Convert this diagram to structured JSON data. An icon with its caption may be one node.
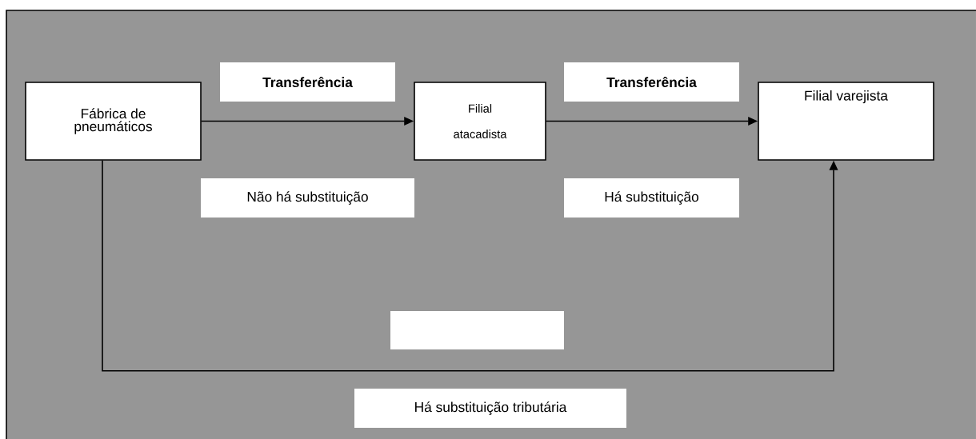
{
  "diagram": {
    "nodes": [
      {
        "text": [
          "Fábrica de pneumáticos"
        ]
      },
      {
        "text": [
          "Filial atacadista"
        ]
      },
      {
        "text": [
          "Filial varejista"
        ]
      }
    ],
    "edges": [
      {
        "from": 0,
        "to": 1,
        "arrow": "to",
        "label": "Transferência"
      },
      {
        "from": 1,
        "to": 2,
        "arrow": "to",
        "label": "Transferência"
      },
      {
        "from": 0,
        "to": 2,
        "arrow": "to",
        "label": "Há substituição tributária"
      }
    ],
    "labels": [
      "Não há substituição",
      "Há substituição"
    ]
  }
}
